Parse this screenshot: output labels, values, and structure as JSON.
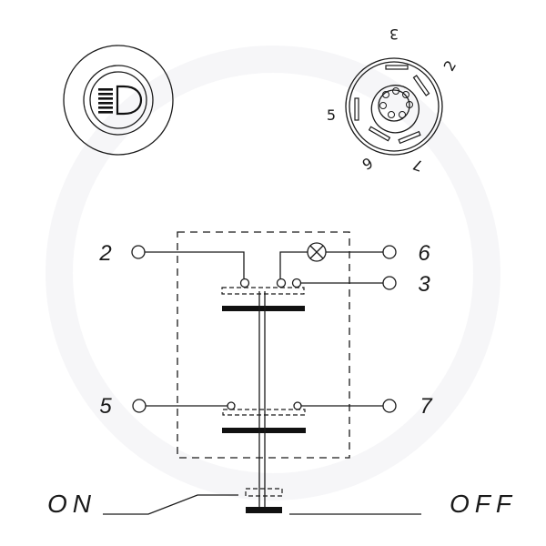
{
  "terminals": {
    "t2": "2",
    "t6": "6",
    "t3": "3",
    "t5": "5",
    "t7": "7"
  },
  "connector_pins": {
    "p3": "3",
    "p2": "2",
    "p5": "5",
    "p6": "6",
    "p7": "7"
  },
  "states": {
    "on": "ON",
    "off": "OFF"
  },
  "symbol_icon": "headlamp-icon"
}
